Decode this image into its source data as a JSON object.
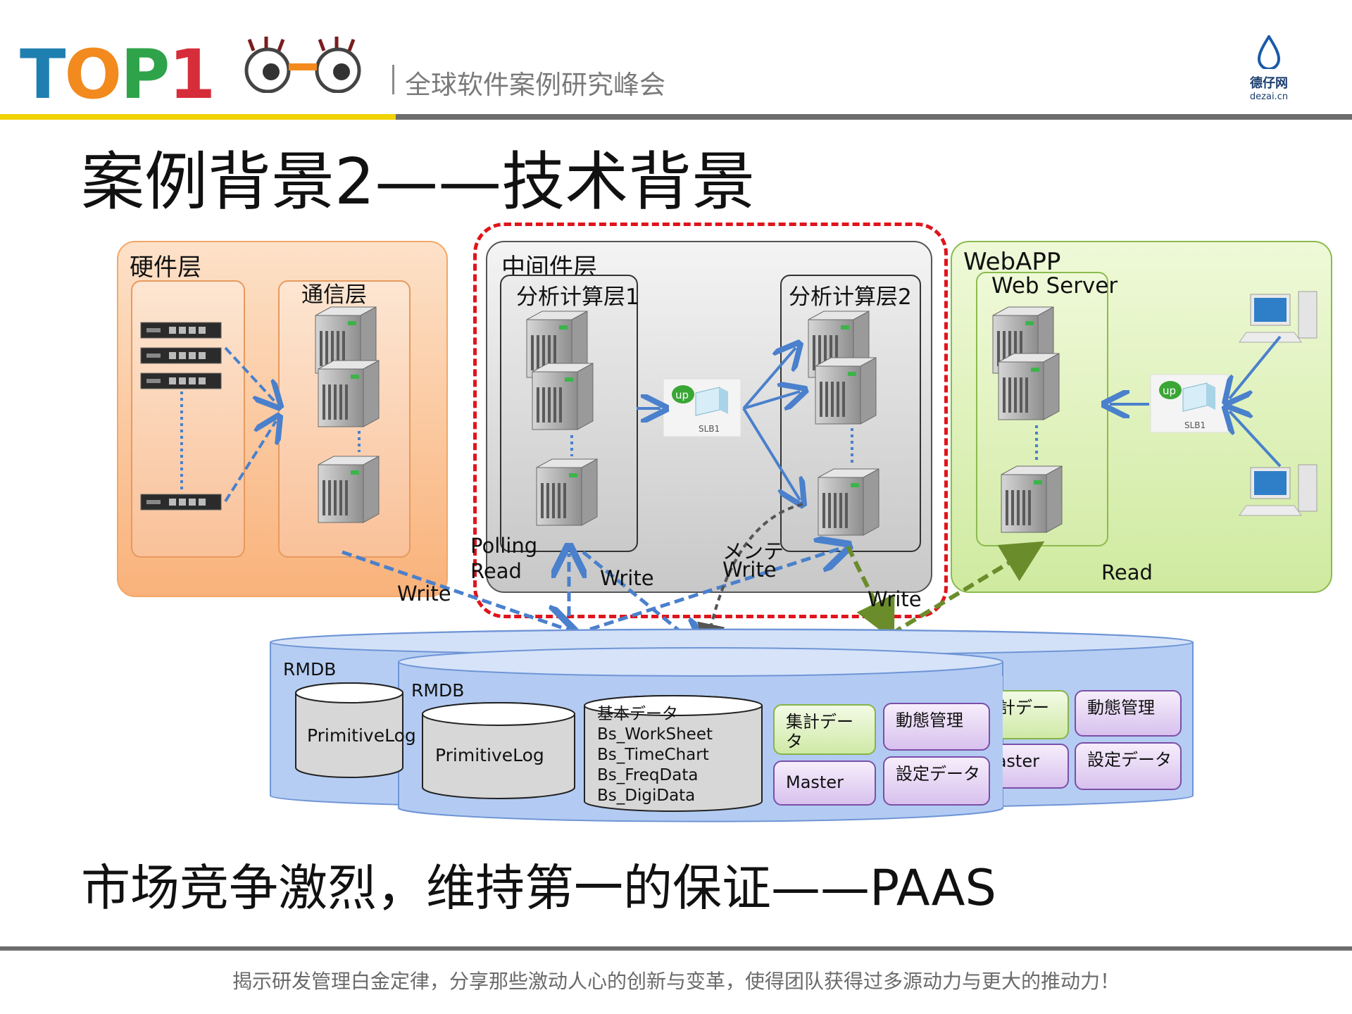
{
  "header": {
    "logo_text": "TOP1",
    "conference_name": "全球软件案例研究峰会",
    "partner_logo": {
      "icon": "dezai-drop-icon",
      "name": "德仔网",
      "domain": "dezai.cn"
    }
  },
  "slide": {
    "title": "案例背景2——技术背景",
    "subtitle": "市场竞争激烈，维持第一的保证——PAAS",
    "footer_slogan": "揭示研发管理白金定律，分享那些激动人心的创新与变革，使得团队获得过多源动力与更大的推动力！"
  },
  "diagram": {
    "hardware_layer": {
      "label": "硬件层",
      "comm_layer": "通信层"
    },
    "middle_layer": {
      "label": "中间件层",
      "calc1": "分析计算层1",
      "calc2": "分析计算层2",
      "lb_label": "SLB1"
    },
    "webapp": {
      "label": "WebAPP",
      "web_server": "Web Server",
      "lb_label": "SLB1"
    },
    "flow_labels": {
      "write_left": "Write",
      "polling": "Polling",
      "read": "Read",
      "write_mid": "Write",
      "mainte": "メンテ",
      "write_mid2": "Write",
      "write_right": "Write",
      "read_right": "Read"
    },
    "databases": {
      "back_rmdb": "RMDB",
      "back_primitive": "PrimitiveLog",
      "back_store1": "集計データ",
      "back_store2": "動態管理",
      "back_store3": "Master",
      "back_store4": "設定データ",
      "front_rmdb": "RMDB",
      "front_primitive": "PrimitiveLog",
      "tables": [
        "基本データ",
        "Bs_WorkSheet",
        "Bs_TimeChart",
        "Bs_FreqData",
        "Bs_DigiData"
      ],
      "front_store1": "集計データ",
      "front_store2": "動態管理",
      "front_store3": "Master",
      "front_store4": "設定データ"
    },
    "colors": {
      "hardware_bg": "#fbc79a",
      "middle_bg": "#d8d8d8",
      "webapp_bg": "#d9f0a8",
      "db_bg": "#b3ccf2",
      "highlight": "#e0141b",
      "arrow_blue": "#4a80cc",
      "arrow_green": "#6b8c2b"
    }
  }
}
